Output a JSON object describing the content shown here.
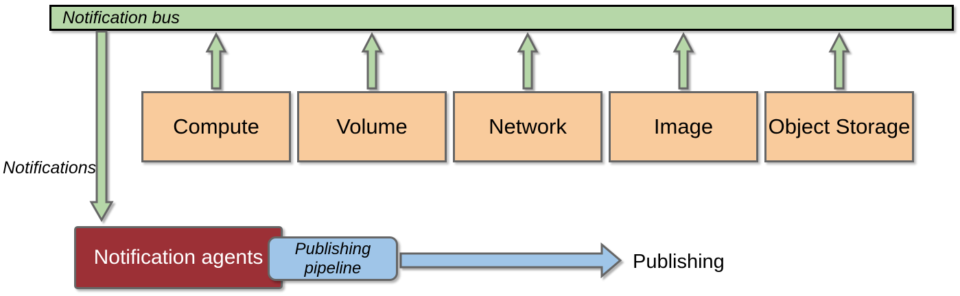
{
  "bus": {
    "label": "Notification bus"
  },
  "services": [
    {
      "label": "Compute"
    },
    {
      "label": "Volume"
    },
    {
      "label": "Network"
    },
    {
      "label": "Image"
    },
    {
      "label": "Object Storage"
    }
  ],
  "labels": {
    "notifications": "Notifications",
    "publishing": "Publishing"
  },
  "agents": {
    "label": "Notification agents"
  },
  "pipeline": {
    "line1": "Publishing",
    "line2": "pipeline"
  },
  "flows": {
    "up_arrows_from": [
      "Compute",
      "Volume",
      "Network",
      "Image",
      "Object Storage"
    ],
    "up_arrows_to": "Notification bus",
    "down_arrow": "Notification bus to Notification agents (Notifications)",
    "right_arrow": "Publishing pipeline to Publishing"
  },
  "colors": {
    "bus_fill": "#b6d7a8",
    "bus_border": "#000000",
    "service_fill": "#f9cb9c",
    "agents_fill": "#9c3036",
    "agents_text": "#ffffff",
    "pipeline_fill": "#9fc5e8",
    "green_arrow_fill": "#b6d7a8",
    "blue_arrow_fill": "#9fc5e8",
    "shape_border": "#666666",
    "text": "#000000"
  }
}
